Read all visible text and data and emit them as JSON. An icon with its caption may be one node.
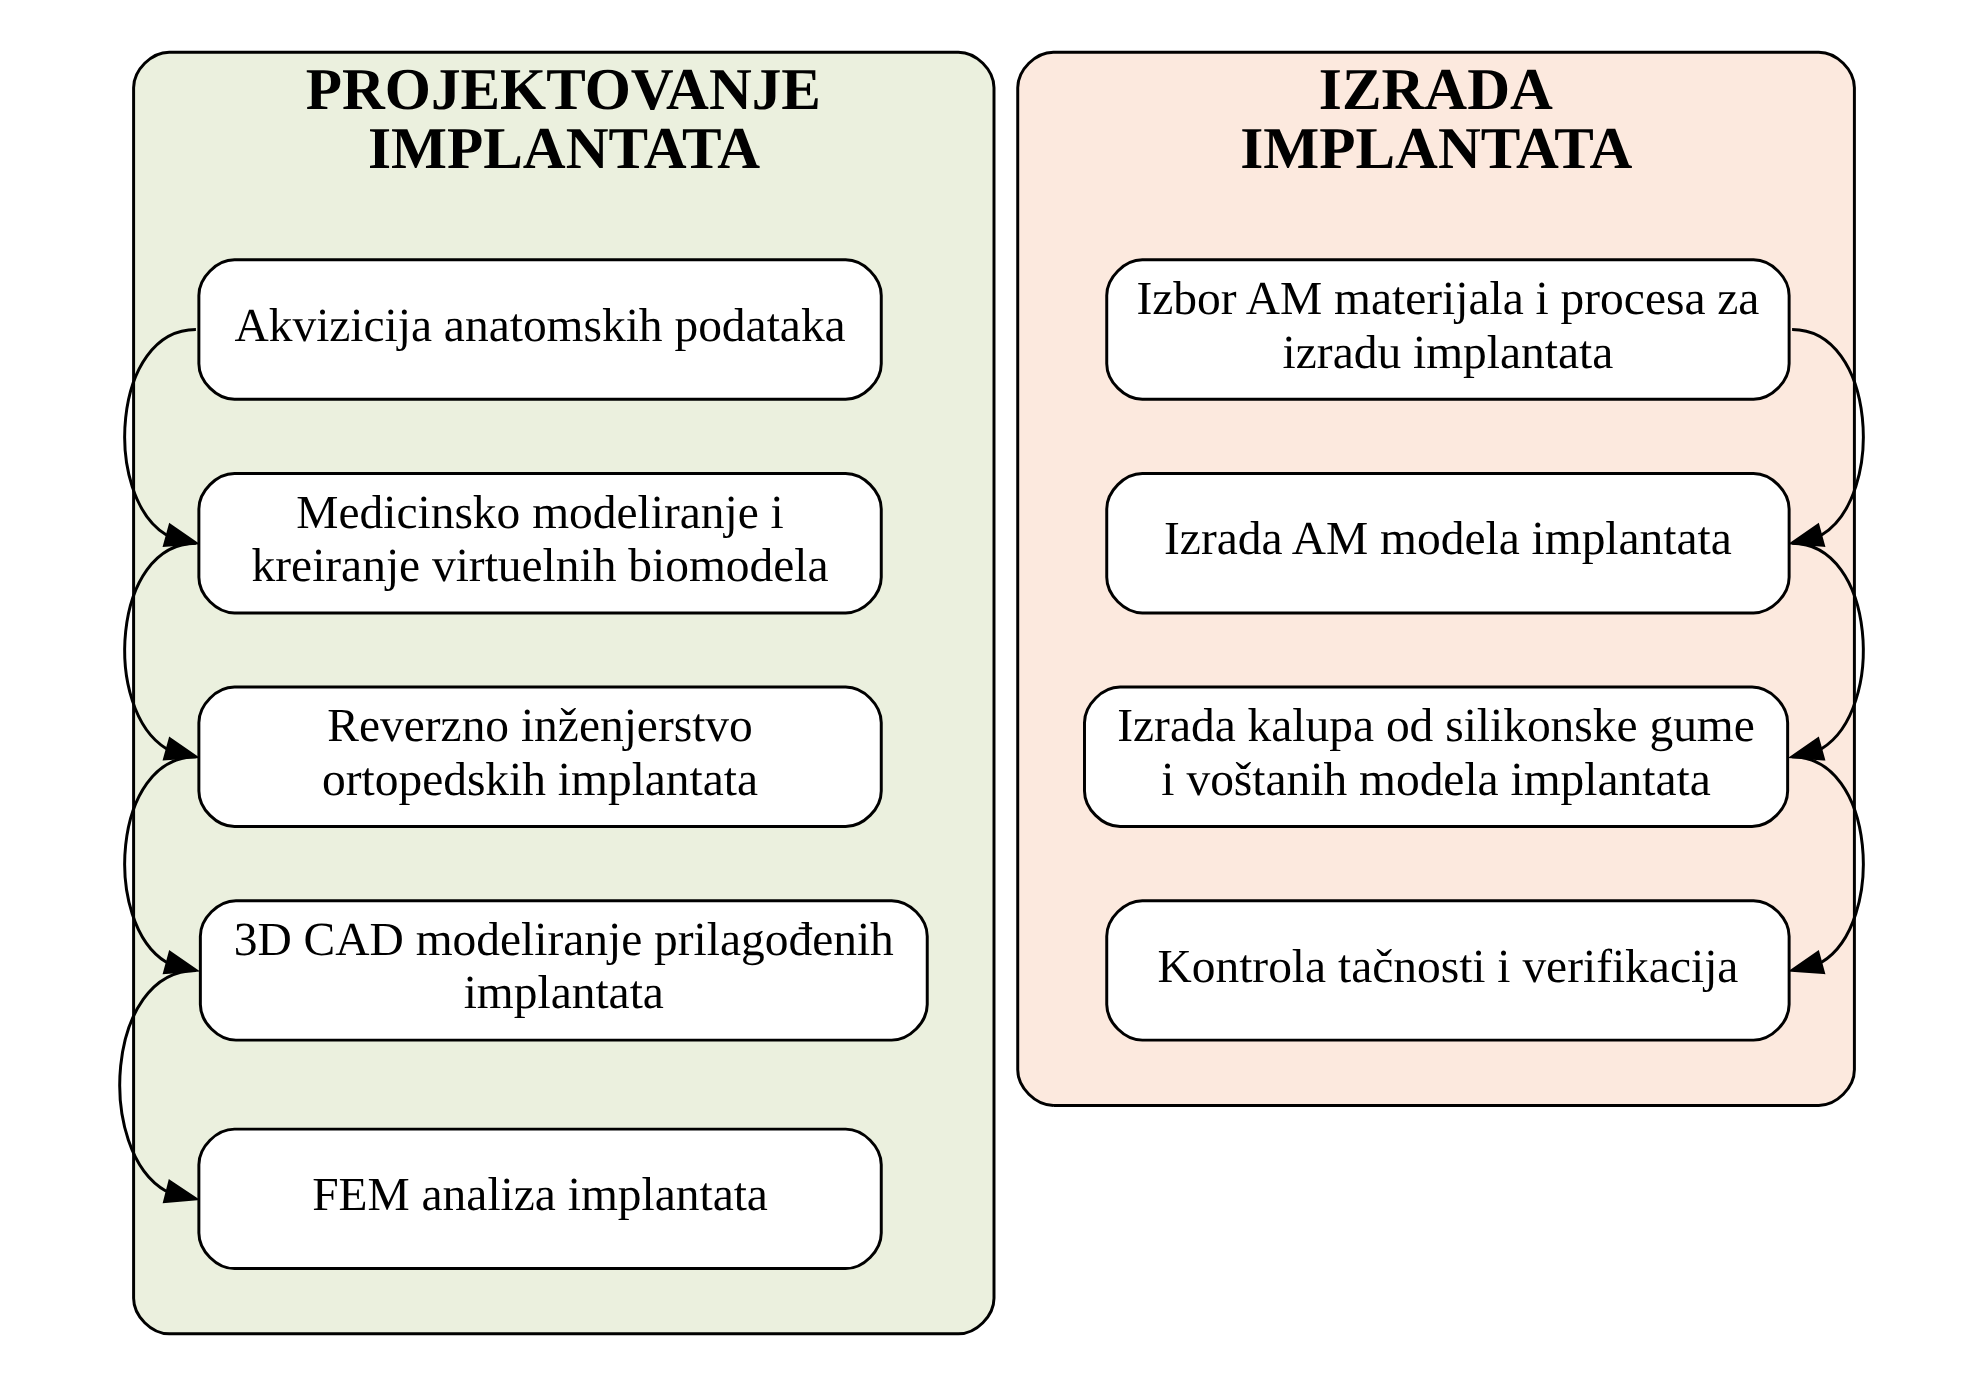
{
  "diagram": {
    "nodes": [
      {
        "text": [
          "PROJEKTOVANJE IMPLANTATA"
        ]
      },
      {
        "text": [
          "Akvizicija anatomskih podataka"
        ],
        "in": 0
      },
      {
        "text": [
          "Medicinsko modeliranje i kreiranje virtuelnih biomodela"
        ],
        "in": 0
      },
      {
        "text": [
          "Reverzno inženjerstvo ortopedskih implantata"
        ],
        "in": 0
      },
      {
        "text": [
          "3D CAD modeliranje prilagođenih implantata"
        ],
        "in": 0
      },
      {
        "text": [
          "FEM analiza implantata"
        ],
        "in": 0
      },
      {
        "text": [
          "IZRADA IMPLANTATA"
        ]
      },
      {
        "text": [
          "Izbor AM materijala i procesa za izradu implantata"
        ],
        "in": 6
      },
      {
        "text": [
          "Izrada AM modela implantata"
        ],
        "in": 6
      },
      {
        "text": [
          "Izrada kalupa od silikonske gume i voštanih modela implantata"
        ],
        "in": 6
      },
      {
        "text": [
          "Kontrola tačnosti i verifikacija"
        ],
        "in": 6
      }
    ],
    "edges": [
      {
        "from": 1,
        "to": 2,
        "arrow": "to"
      },
      {
        "from": 2,
        "to": 3,
        "arrow": "to"
      },
      {
        "from": 3,
        "to": 4,
        "arrow": "to"
      },
      {
        "from": 4,
        "to": 5,
        "arrow": "to"
      },
      {
        "from": 7,
        "to": 8,
        "arrow": "to"
      },
      {
        "from": 8,
        "to": 9,
        "arrow": "to"
      },
      {
        "from": 9,
        "to": 10,
        "arrow": "to"
      }
    ]
  }
}
